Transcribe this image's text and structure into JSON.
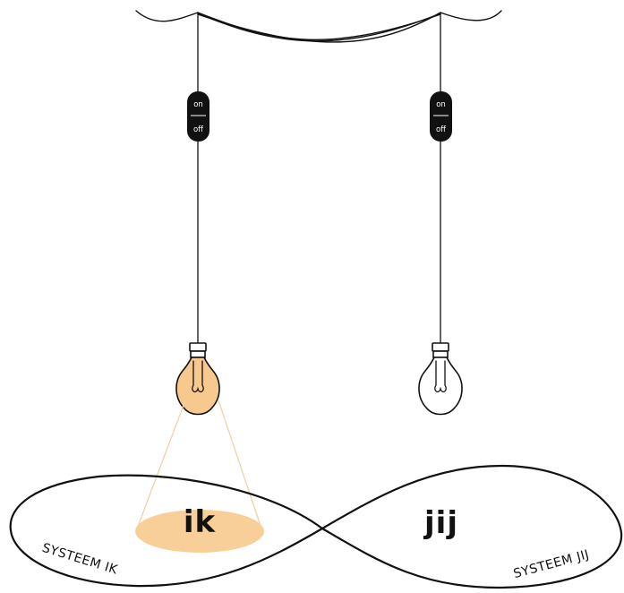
{
  "switches": [
    {
      "on_label": "on",
      "off_label": "off"
    },
    {
      "on_label": "on",
      "off_label": "off"
    }
  ],
  "bulbs": [
    {
      "state": "lit",
      "color": "#f7c98f"
    },
    {
      "state": "unlit",
      "color": "#ffffff"
    }
  ],
  "light_color": "#f8cf98",
  "loop": {
    "left_word": "ik",
    "right_word": "jij",
    "left_label": "SYSTEEM IK",
    "right_label": "SYSTEEM JIJ"
  }
}
